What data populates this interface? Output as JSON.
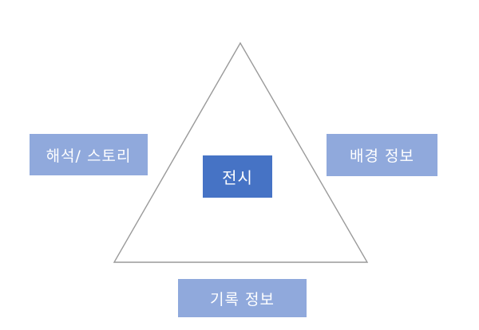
{
  "diagram": {
    "center_label": "전시",
    "left_label": "해석/ 스토리",
    "right_label": "배경 정보",
    "bottom_label": "기록 정보"
  },
  "colors": {
    "dark_box": "#4673c5",
    "light_box": "#90a9dc",
    "triangle_stroke": "#9a9a9a"
  }
}
